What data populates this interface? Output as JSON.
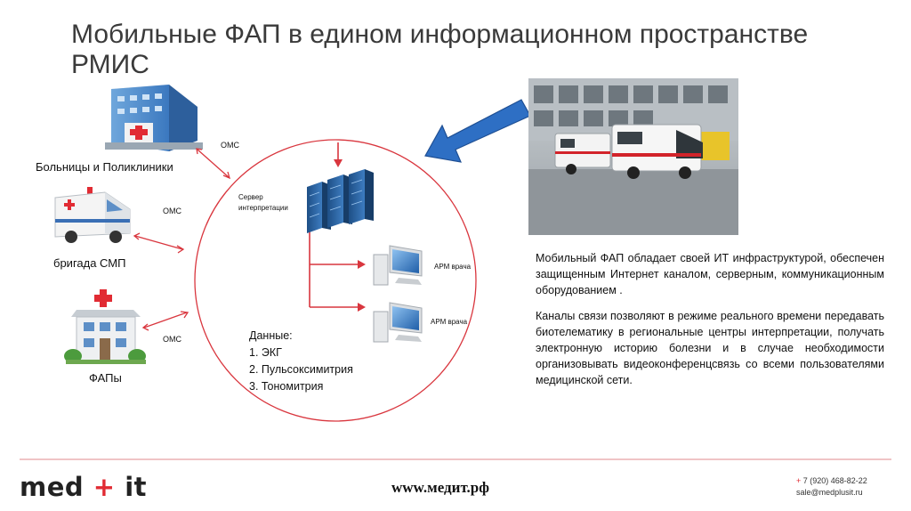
{
  "title": "Мобильные ФАП в едином информационном пространстве РМИС",
  "labels": {
    "hospitals": "Больницы и Поликлиники",
    "ambulance": "бригада СМП",
    "fap": "ФАПы",
    "oms1": "ОМС",
    "oms2": "ОМС",
    "oms3": "ОМС",
    "server_line1": "Сервер",
    "server_line2": "интерпретации",
    "arm1": "АРМ врача",
    "arm2": "АРМ врача"
  },
  "data_block": {
    "heading": "Данные:",
    "items": [
      "1. ЭКГ",
      "2. Пульсоксимитрия",
      "3. Тономитрия"
    ]
  },
  "description": {
    "p1": "Мобильный ФАП обладает своей ИТ инфраструктурой, обеспечен защищенным Интернет каналом, серверным, коммуникационным оборудованием .",
    "p2": "Каналы связи позволяют в режиме реального времени передавать биотелематику в региональные центры интерпретации, получать электронную историю болезни и в случае необходимости организовывать видеоконференцсвязь со всеми пользователями медицинской сети."
  },
  "footer": {
    "logo_left": "med",
    "logo_plus": "+",
    "logo_right": "it",
    "url": "www.медит.рф",
    "phone_plus": "+",
    "phone": " 7 (920) 468-82-22",
    "email": "sale@medplusit.ru"
  },
  "colors": {
    "accent_red": "#e12b33",
    "circle_red": "#d9363e",
    "arrow_blue": "#2e6fc4"
  }
}
